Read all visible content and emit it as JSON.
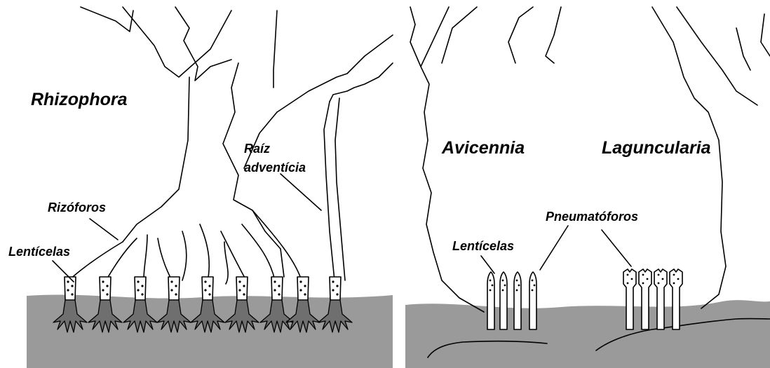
{
  "left_panel": {
    "genus": "Rhizophora",
    "label_adventitious_root": [
      "Raíz",
      "adventícia"
    ],
    "label_rhizophores": "Rizóforos",
    "label_lenticels": "Lentícelas"
  },
  "right_panel": {
    "genus_avicennia": "Avicennia",
    "genus_laguncularia": "Laguncularia",
    "label_pneumatophores": "Pneumatóforos",
    "label_lenticels": "Lentícelas"
  },
  "colors": {
    "soil": "#9a9a9a",
    "root_tip": "#6f6f6f",
    "outline": "#000000",
    "background": "#ffffff"
  }
}
